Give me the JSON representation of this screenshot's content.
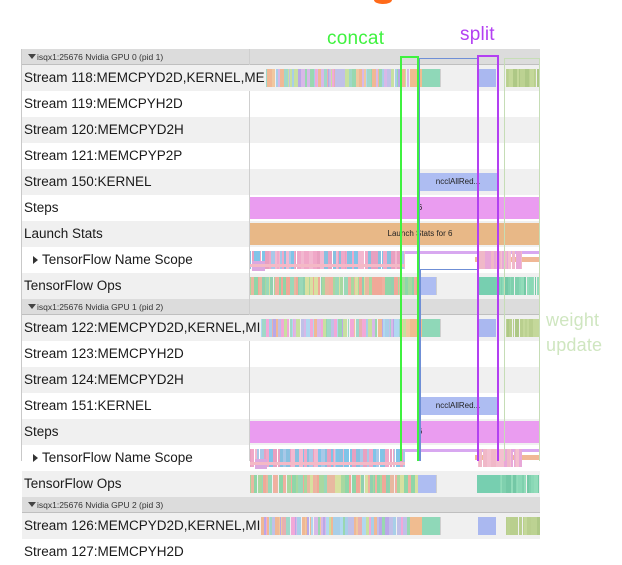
{
  "annotations": {
    "concat": "concat",
    "split": "split",
    "nccl": "nccl",
    "weight_line1": "weight",
    "weight_line2": "update",
    "colors": {
      "concat": "#3ff23f",
      "split": "#b340f2",
      "nccl": "#5b86d9",
      "weight_update": "#cfe6c0",
      "orange_marker": "#ff6a1a"
    }
  },
  "groups": [
    {
      "header": "isqx1:25676 Nvidia GPU 0 (pid 1)",
      "rows": [
        {
          "label": "Stream 118:MEMCPYD2D,KERNEL,ME",
          "kind": "dense-mixed"
        },
        {
          "label": "Stream 119:MEMCPYH2D",
          "kind": "empty"
        },
        {
          "label": "Stream 120:MEMCPYD2H",
          "kind": "empty"
        },
        {
          "label": "Stream 121:MEMCPYP2P",
          "kind": "empty"
        },
        {
          "label": "Stream 150:KERNEL",
          "kind": "nccl",
          "bar_label": "ncclAllRed..."
        },
        {
          "label": "Steps",
          "kind": "steps",
          "bar_label": "6"
        },
        {
          "label": "Launch Stats",
          "kind": "launch",
          "bar_label": "Launch Stats for 6"
        },
        {
          "label": "TensorFlow Name Scope",
          "kind": "namescope",
          "expandable": true
        },
        {
          "label": "TensorFlow Ops",
          "kind": "ops"
        }
      ]
    },
    {
      "header": "isqx1:25676 Nvidia GPU 1 (pid 2)",
      "rows": [
        {
          "label": "Stream 122:MEMCPYD2D,KERNEL,MI",
          "kind": "dense-mixed"
        },
        {
          "label": "Stream 123:MEMCPYH2D",
          "kind": "empty"
        },
        {
          "label": "Stream 124:MEMCPYD2H",
          "kind": "empty"
        },
        {
          "label": "Stream 151:KERNEL",
          "kind": "nccl",
          "bar_label": "ncclAllRed..."
        },
        {
          "label": "Steps",
          "kind": "steps",
          "bar_label": "6"
        },
        {
          "label": "TensorFlow Name Scope",
          "kind": "namescope",
          "expandable": true
        },
        {
          "label": "TensorFlow Ops",
          "kind": "ops"
        }
      ]
    },
    {
      "header": "isqx1:25676 Nvidia GPU 2 (pid 3)",
      "rows": [
        {
          "label": "Stream 126:MEMCPYD2D,KERNEL,MI",
          "kind": "dense-mixed"
        },
        {
          "label": "Stream 127:MEMCPYH2D",
          "kind": "empty"
        }
      ]
    }
  ]
}
